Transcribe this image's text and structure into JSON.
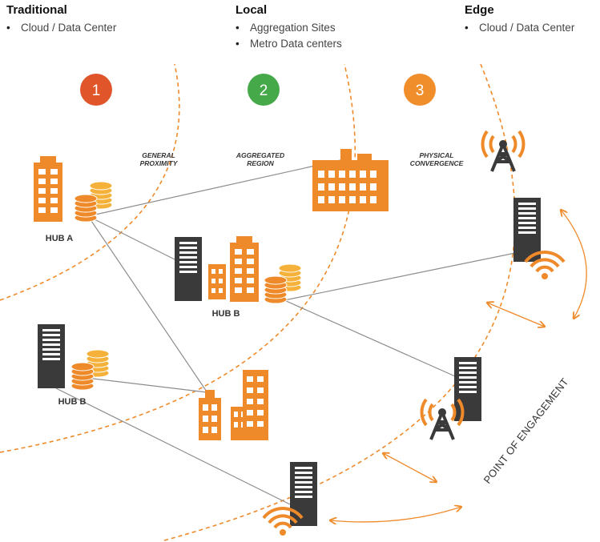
{
  "columns": [
    {
      "heading": "Traditional",
      "items": [
        "Cloud / Data Center"
      ]
    },
    {
      "heading": "Local",
      "items": [
        "Aggregation Sites",
        "Metro Data centers"
      ]
    },
    {
      "heading": "Edge",
      "items": [
        "Cloud / Data Center"
      ]
    }
  ],
  "tiers": [
    {
      "number": "1",
      "color": "#E0562A"
    },
    {
      "number": "2",
      "color": "#45A94A"
    },
    {
      "number": "3",
      "color": "#EF8E2A"
    }
  ],
  "zones": {
    "general": [
      "GENERAL",
      "PROXIMITY"
    ],
    "aggregated": [
      "AGGREGATED",
      "REGION"
    ],
    "physical": [
      "PHYSICAL",
      "CONVERGENCE"
    ]
  },
  "hubs": {
    "a": "HUB A",
    "b_center": "HUB B",
    "b_left": "HUB B"
  },
  "point_of_engagement": "POINT OF ENGAGEMENT",
  "colors": {
    "orange": "#EF8A2A",
    "dark": "#3A3A3A",
    "line": "#8C8C8C"
  },
  "icons": [
    "office-building-icon",
    "server-rack-icon",
    "coin-stack-icon",
    "cell-tower-icon",
    "wifi-icon",
    "double-arrow-icon"
  ]
}
